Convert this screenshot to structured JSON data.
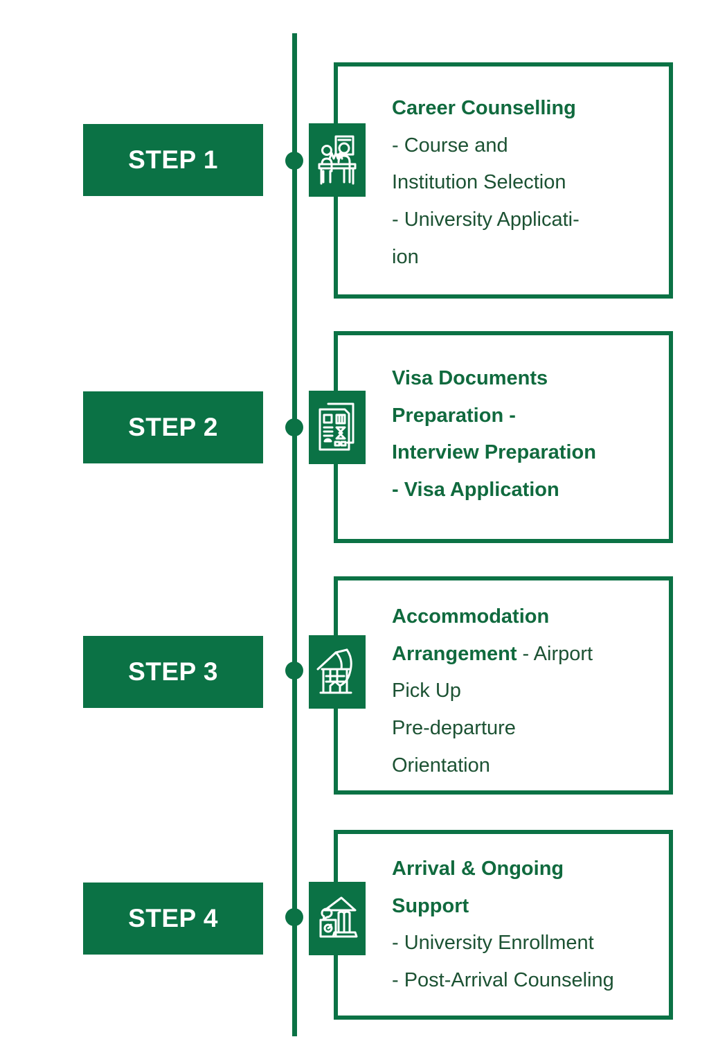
{
  "theme": {
    "brand_green": "#0b7245",
    "text_green": "#15502f",
    "heading_green": "#106a3e",
    "chip_text": "#ffffff",
    "background": "#ffffff"
  },
  "diagram": {
    "type": "vertical-timeline",
    "step_count": 4
  },
  "steps": [
    {
      "chip_label": "STEP 1",
      "icon": "career-counselling-icon",
      "heading": "Career Counselling",
      "body_lines": [
        "- Course and",
        "Institution Selection",
        "- University Applicati-",
        "ion"
      ],
      "heading_bold": true,
      "body_bold": false
    },
    {
      "chip_label": "STEP 2",
      "icon": "visa-documents-icon",
      "heading": "Visa Documents",
      "body_lines": [
        "Preparation -",
        "Interview Preparation",
        "- Visa Application"
      ],
      "heading_bold": true,
      "body_bold": true
    },
    {
      "chip_label": "STEP 3",
      "icon": "accommodation-house-icon",
      "heading": "Accommodation",
      "heading_line2": "Arrangement",
      "inline_after_heading": " - Airport",
      "body_lines": [
        "Pick Up",
        "Pre-departure",
        "Orientation"
      ],
      "heading_bold": true,
      "body_bold": false
    },
    {
      "chip_label": "STEP 4",
      "icon": "university-building-icon",
      "heading": "Arrival & Ongoing",
      "heading_line2": "Support",
      "body_lines": [
        "- University Enrollment",
        "- Post-Arrival Counseling"
      ],
      "heading_bold": true,
      "body_bold": false
    }
  ]
}
